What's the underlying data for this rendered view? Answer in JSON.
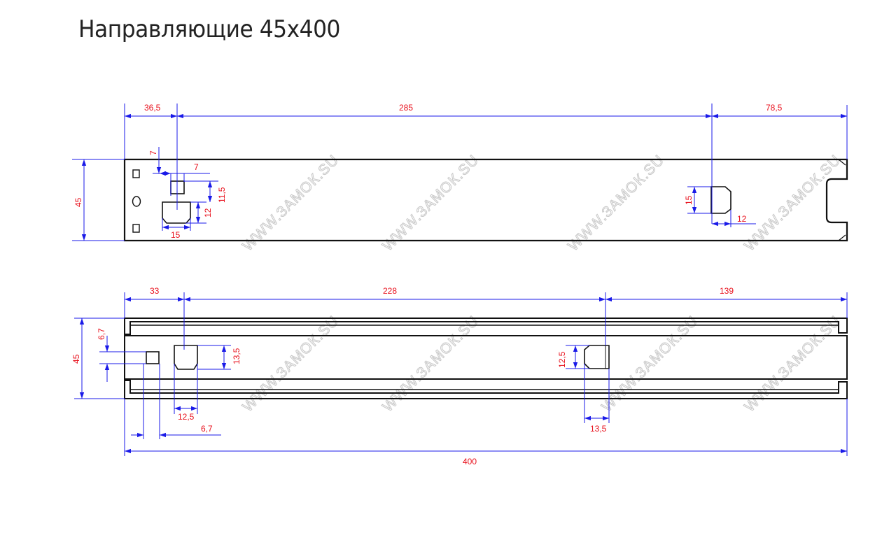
{
  "title": "Направляющие 45x400",
  "watermark": "WWW.ЗАМОК.SU",
  "colors": {
    "dimension_text": "#e8101c",
    "dimension_line": "#1a1ae8",
    "outline": "#111111",
    "watermark": "#c8c8c8"
  },
  "top_view": {
    "dims": {
      "d_36_5": "36,5",
      "d_285": "285",
      "d_78_5": "78,5",
      "d_45": "45",
      "d_7a": "7",
      "d_7b": "7",
      "d_11_5": "11,5",
      "d_12a": "12",
      "d_15a": "15",
      "d_15b": "15",
      "d_12b": "12"
    }
  },
  "bottom_view": {
    "dims": {
      "d_33": "33",
      "d_228": "228",
      "d_139": "139",
      "d_45": "45",
      "d_6_7a": "6,7",
      "d_13_5a": "13,5",
      "d_12_5a": "12,5",
      "d_6_7b": "6,7",
      "d_12_5b": "12,5",
      "d_13_5b": "13,5",
      "d_400": "400"
    }
  }
}
